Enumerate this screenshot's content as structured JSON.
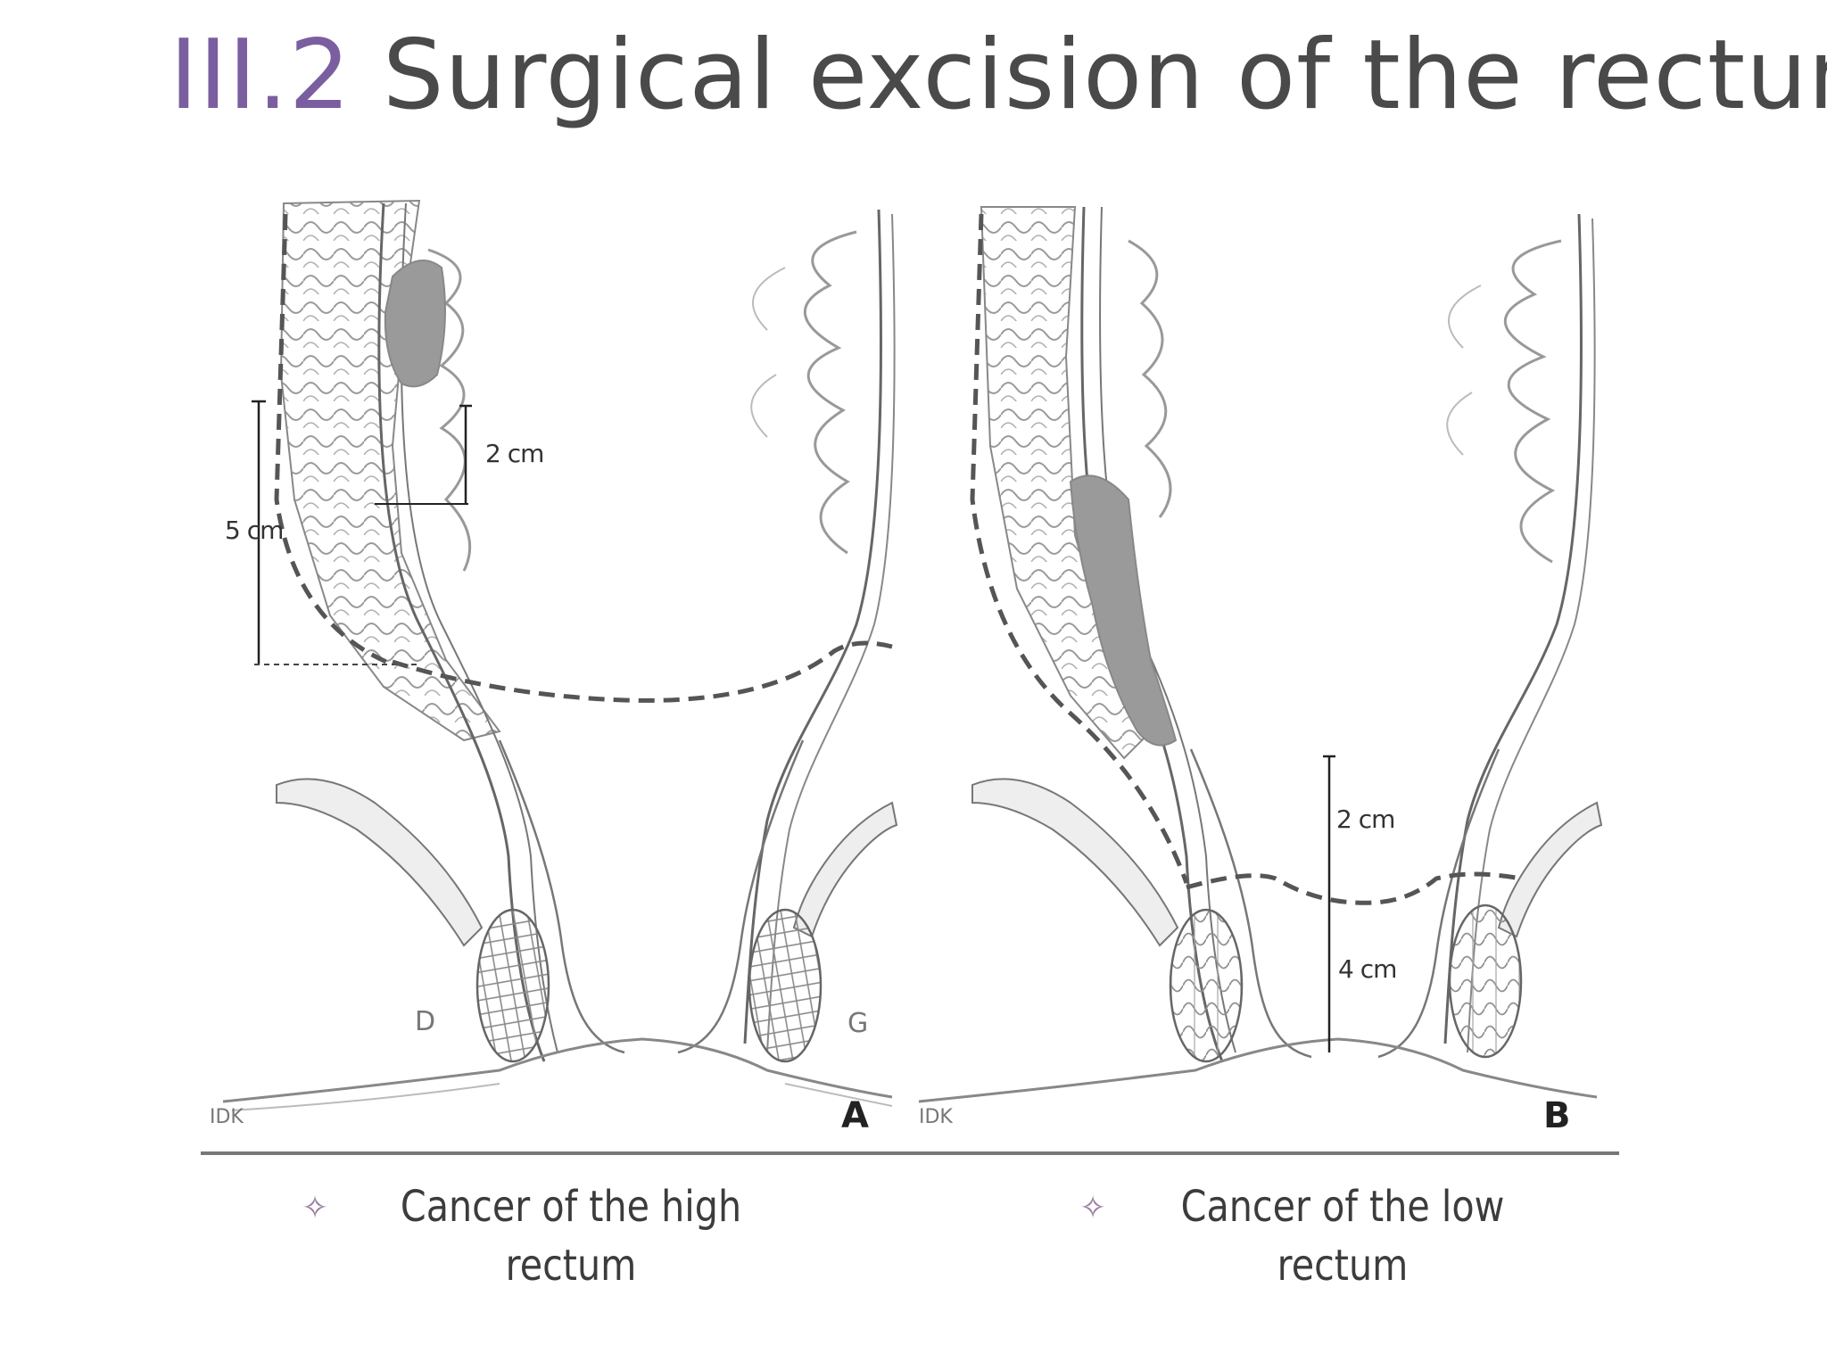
{
  "slide": {
    "title_number": "III.2",
    "title_text": "Surgical excision of the rectum"
  },
  "panel_a": {
    "label_5cm": "5 cm",
    "label_2cm": "2 cm",
    "side_right": "D",
    "side_left": "G",
    "panel_letter": "A",
    "credit": "IDK"
  },
  "panel_b": {
    "label_2cm": "2 cm",
    "label_4cm": "4 cm",
    "panel_letter": "B",
    "credit": "IDK"
  },
  "captions": [
    {
      "bullet_icon": "diamond-star-icon",
      "text": "Cancer of the high rectum"
    },
    {
      "bullet_icon": "diamond-star-icon",
      "text": "Cancer of the low rectum"
    }
  ],
  "colors": {
    "title_number": "#7b5ea0",
    "title_text": "#4a4a4a",
    "tumor": "#9a9a9a"
  }
}
